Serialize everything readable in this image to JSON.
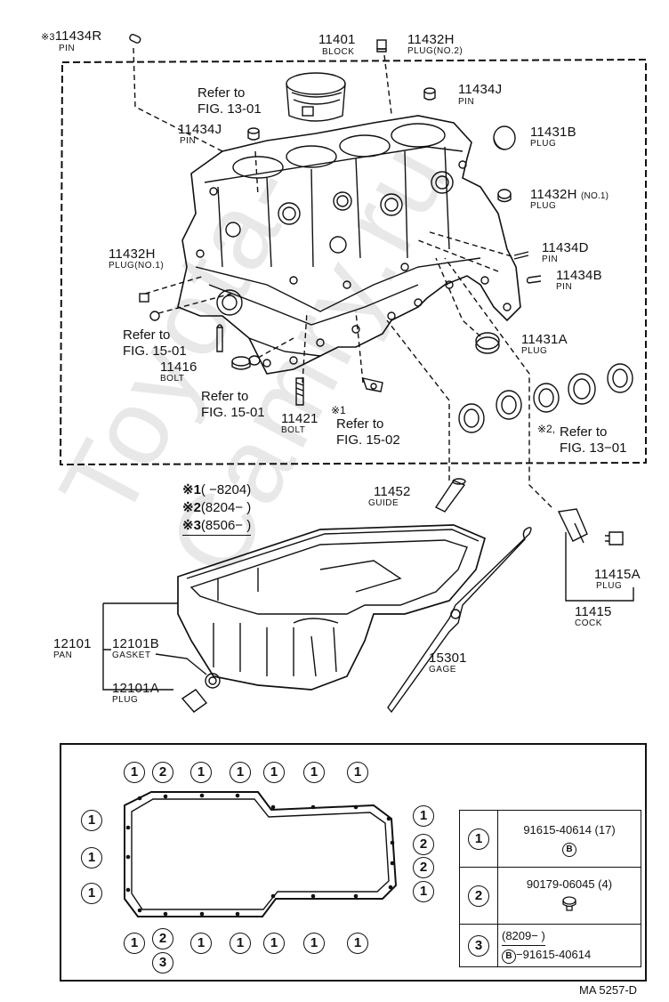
{
  "watermark": "Toyota-Camry.ru",
  "parts": {
    "p11434R": {
      "code": "11434R",
      "name": "PIN",
      "mark": "※3"
    },
    "p11401": {
      "code": "11401",
      "name": "BLOCK"
    },
    "p11432H_top": {
      "code": "11432H",
      "name": "PLUG(NO.2)"
    },
    "p11434J_top": {
      "code": "11434J",
      "name": "PIN"
    },
    "p11434J_left": {
      "code": "11434J",
      "name": "PIN"
    },
    "p11431B": {
      "code": "11431B",
      "name": "PLUG"
    },
    "p11432H_no1_right": {
      "code": "11432H",
      "suffix": "(NO.1)",
      "name": "PLUG"
    },
    "p11434D": {
      "code": "11434D",
      "name": "PIN"
    },
    "p11434B": {
      "code": "11434B",
      "name": "PIN"
    },
    "p11432H_left": {
      "code": "11432H",
      "name": "PLUG(NO.1)"
    },
    "p11431A": {
      "code": "11431A",
      "name": "PLUG"
    },
    "p11416": {
      "code": "11416",
      "name": "BOLT"
    },
    "p11421": {
      "code": "11421",
      "name": "BOLT"
    },
    "p11452": {
      "code": "11452",
      "name": "GUIDE"
    },
    "p11415A": {
      "code": "11415A",
      "name": "PLUG"
    },
    "p11415": {
      "code": "11415",
      "name": "COCK"
    },
    "p12101": {
      "code": "12101",
      "name": "PAN"
    },
    "p12101B": {
      "code": "12101B",
      "name": "GASKET"
    },
    "p12101A": {
      "code": "12101A",
      "name": "PLUG"
    },
    "p15301": {
      "code": "15301",
      "name": "GAGE"
    }
  },
  "refs": {
    "fig1301_top": [
      "Refer to",
      "FIG. 13-01"
    ],
    "fig1501_a": [
      "Refer to",
      "FIG. 15-01"
    ],
    "fig1501_b": [
      "Refer to",
      "FIG. 15-01"
    ],
    "fig1502": [
      "Refer to",
      "FIG. 15-02"
    ],
    "fig1502_mark": "※1",
    "fig1301_right": [
      "Refer to",
      "FIG. 13−01"
    ],
    "fig1301_right_mark": "※2,"
  },
  "notes": [
    {
      "mark": "※1",
      "range": "(     −8204)"
    },
    {
      "mark": "※2",
      "range": "(8204−        )"
    },
    {
      "mark": "※3",
      "range": "(8506−        )"
    }
  ],
  "bolt_circles": {
    "top": [
      "1",
      "2",
      "1",
      "1",
      "1",
      "1",
      "1"
    ],
    "bottom": [
      "1",
      "2",
      "1",
      "1",
      "1",
      "1",
      "1"
    ],
    "bottom_extra": "3",
    "left": [
      "1",
      "1",
      "1"
    ],
    "right": [
      "1",
      "2",
      "2",
      "1"
    ]
  },
  "legend": {
    "rows": [
      {
        "id": "1",
        "part": "91615-40614 (17)",
        "sym": "B"
      },
      {
        "id": "2",
        "part": "90179-06045 (4)"
      },
      {
        "id": "3",
        "range": "(8209−           )",
        "sym": "B",
        "part": "−91615-40614"
      }
    ]
  },
  "figure_code": "MA 5257-D"
}
